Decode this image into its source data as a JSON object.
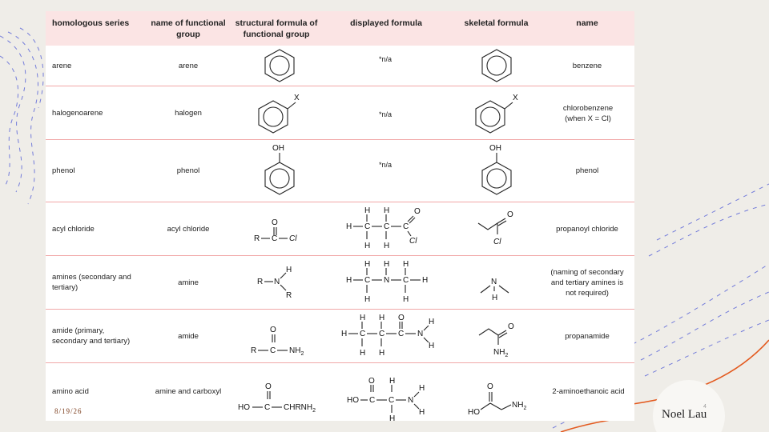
{
  "headers": [
    "homologous series",
    "name of functional group",
    "structural formula of functional group",
    "displayed formula",
    "skeletal formula",
    "name"
  ],
  "rows": [
    {
      "series": "arene",
      "group": "arene",
      "displayed_note": "*n/a",
      "name": "benzene"
    },
    {
      "series": "halogenoarene",
      "group": "halogen",
      "displayed_note": "*n/a",
      "name": "chlorobenzene (when X = Cl)",
      "struct_sub": "X",
      "skel_sub": "X"
    },
    {
      "series": "phenol",
      "group": "phenol",
      "displayed_note": "*n/a",
      "name": "phenol",
      "struct_sub": "OH",
      "skel_sub": "OH"
    },
    {
      "series": "acyl chloride",
      "group": "acyl chloride",
      "name": "propanoyl chloride"
    },
    {
      "series": "amines (secondary and tertiary)",
      "group": "amine",
      "name": "(naming of secondary and tertiary amines is not required)"
    },
    {
      "series": "amide (primary, secondary and tertiary)",
      "group": "amide",
      "name": "propanamide"
    },
    {
      "series": "amino acid",
      "group": "amine and carboxyl",
      "name": "2-aminoethanoic acid"
    }
  ],
  "footer": {
    "date": "8/19/26",
    "author": "Noel Lau",
    "page_number": "4"
  }
}
